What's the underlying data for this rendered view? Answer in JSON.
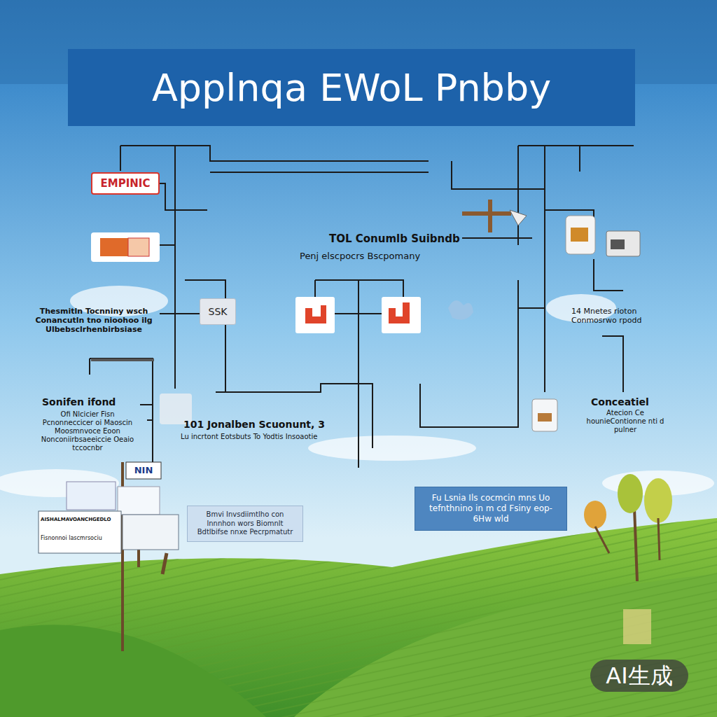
{
  "diagram": {
    "title": "Applnqa EWoL Pnbby",
    "nodes": [
      {
        "text": [
          "EMPINIC"
        ]
      },
      {
        "text": [
          "SSK"
        ]
      },
      {
        "text": [
          "Bmvi Invsdiimtlho con lnnnhon wors Biomnlt Bdtlbifse nnxe Pecrpmatutr"
        ]
      },
      {
        "text": [
          "Fu Lsnia Ils cocmcin mns Uo tefnthnino in m cd Fsiny eop-6Hw wld"
        ]
      }
    ],
    "labels": [
      "TOL Conumlb Suibndb",
      "Penj elscpocrs Bscpomany",
      "Thesmitln Tocnniny wsch Conancutln tno nioohoo ilg Ulbebsclrhenbirbsiase",
      "14 Mnetes rioton Conmosrwo rpodd",
      "Sonifen ifond",
      "Ofi Nlcicier Fisn Pcnonneccicer oi Maoscin Moosmnvoce Eoon Nonconiirbsaeeiccie Oeaio tccocnbr",
      "101 Jonalben Scuonunt, 3",
      "Lu incrtont Eotsbuts To Yodtis Insoaotie",
      "Conceatiel",
      "Atecion Ce hounieContionne nti d pulner",
      "NIN",
      "AISHALMAVOANCHGEDLO",
      "Fisnonnoi lascmrsociu",
      "AI生成"
    ]
  }
}
